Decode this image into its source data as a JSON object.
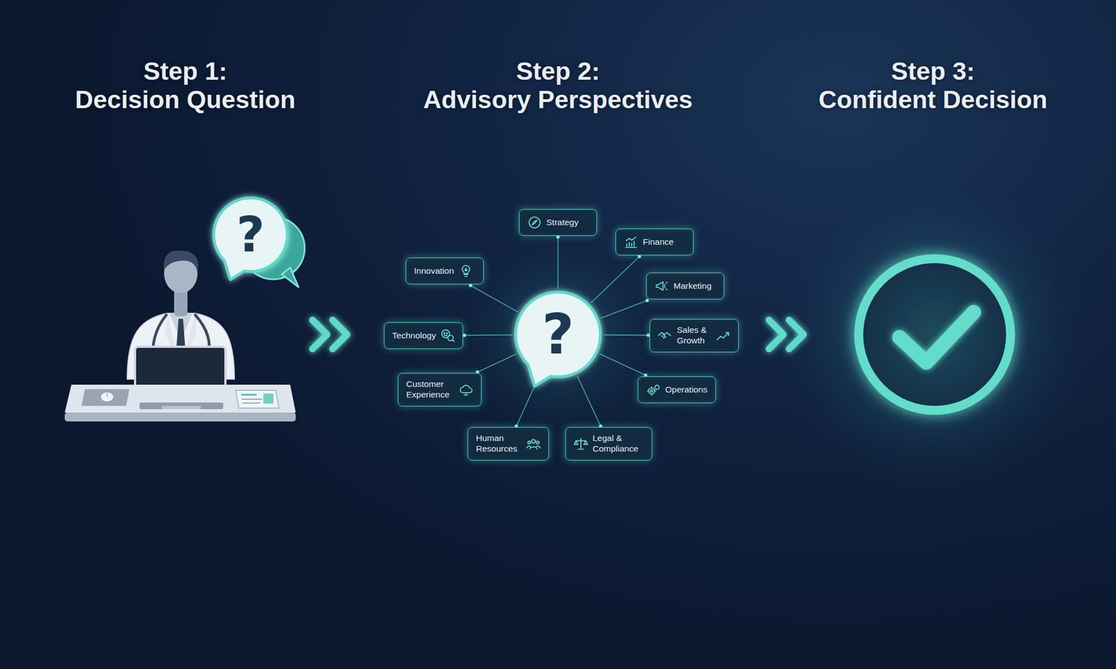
{
  "diagram": {
    "nodes": [
      {
        "text": [
          "?"
        ]
      },
      {
        "text": [
          "?"
        ]
      },
      {
        "text": [
          "Strategy"
        ]
      },
      {
        "text": [
          "Finance"
        ]
      },
      {
        "text": [
          "Marketing"
        ]
      },
      {
        "text": [
          "Sales & Growth"
        ]
      },
      {
        "text": [
          "Operations"
        ]
      },
      {
        "text": [
          "Legal & Compliance"
        ]
      },
      {
        "text": [
          "Human Resources"
        ]
      },
      {
        "text": [
          "Customer Experience"
        ]
      },
      {
        "text": [
          "Technology"
        ]
      },
      {
        "text": [
          "Innovation"
        ]
      }
    ],
    "edges": [
      {
        "from": 1,
        "to": 2,
        "arrow": "none"
      },
      {
        "from": 1,
        "to": 3,
        "arrow": "none"
      },
      {
        "from": 1,
        "to": 4,
        "arrow": "none"
      },
      {
        "from": 1,
        "to": 5,
        "arrow": "none"
      },
      {
        "from": 1,
        "to": 6,
        "arrow": "none"
      },
      {
        "from": 1,
        "to": 7,
        "arrow": "none"
      },
      {
        "from": 1,
        "to": 8,
        "arrow": "none"
      },
      {
        "from": 1,
        "to": 9,
        "arrow": "none"
      },
      {
        "from": 1,
        "to": 10,
        "arrow": "none"
      },
      {
        "from": 1,
        "to": 11,
        "arrow": "none"
      }
    ],
    "labels": [
      "Step 1: Decision Question",
      "Step 2: Advisory Perspectives",
      "Step 3: Confident Decision"
    ]
  }
}
